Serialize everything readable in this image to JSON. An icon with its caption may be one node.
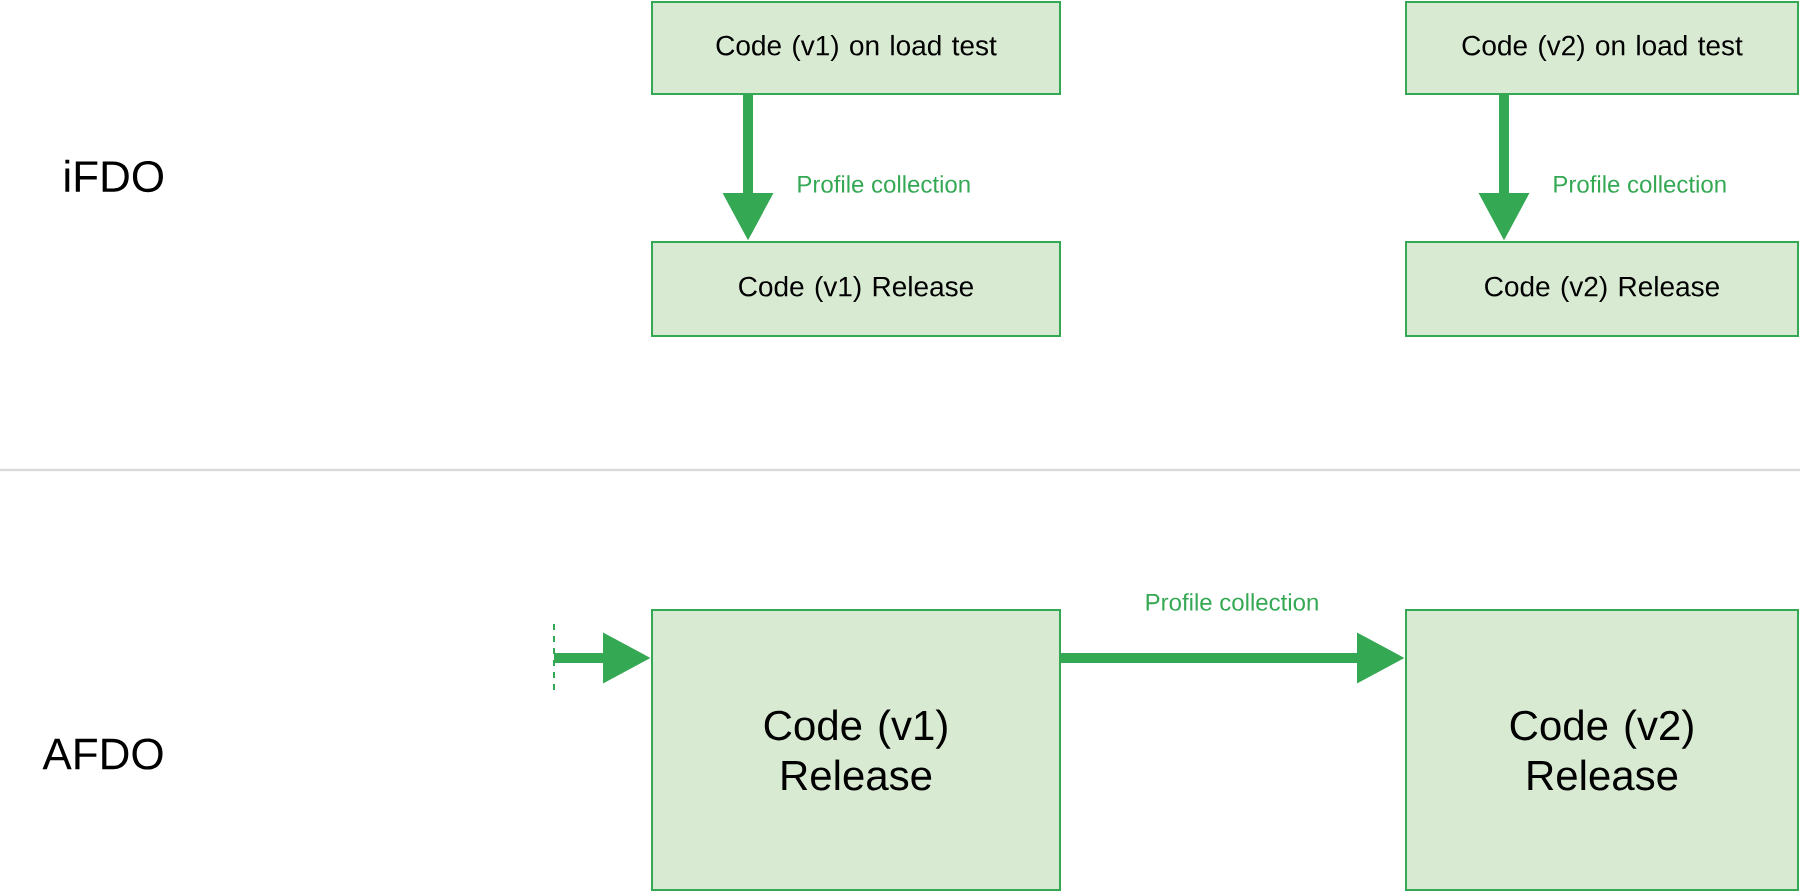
{
  "diagram": {
    "nodes": [
      {
        "text": [
          "Code (v1) on load test"
        ]
      },
      {
        "text": [
          "Code (v1) Release"
        ]
      },
      {
        "text": [
          "Code (v2) on load test"
        ]
      },
      {
        "text": [
          "Code (v2) Release"
        ]
      },
      {
        "text": [
          "Code (v1) Release"
        ]
      },
      {
        "text": [
          "Code (v2) Release"
        ]
      }
    ],
    "edges": [
      {
        "from": 0,
        "to": 1,
        "arrow": "to",
        "label": "Profile collection"
      },
      {
        "from": 2,
        "to": 3,
        "arrow": "to",
        "label": "Profile collection"
      },
      {
        "from": 4,
        "to": 5,
        "arrow": "to",
        "label": "Profile collection"
      },
      {
        "from": null,
        "to": 4,
        "arrow": "to"
      }
    ],
    "labels": [
      "iFDO",
      "AFDO"
    ]
  }
}
